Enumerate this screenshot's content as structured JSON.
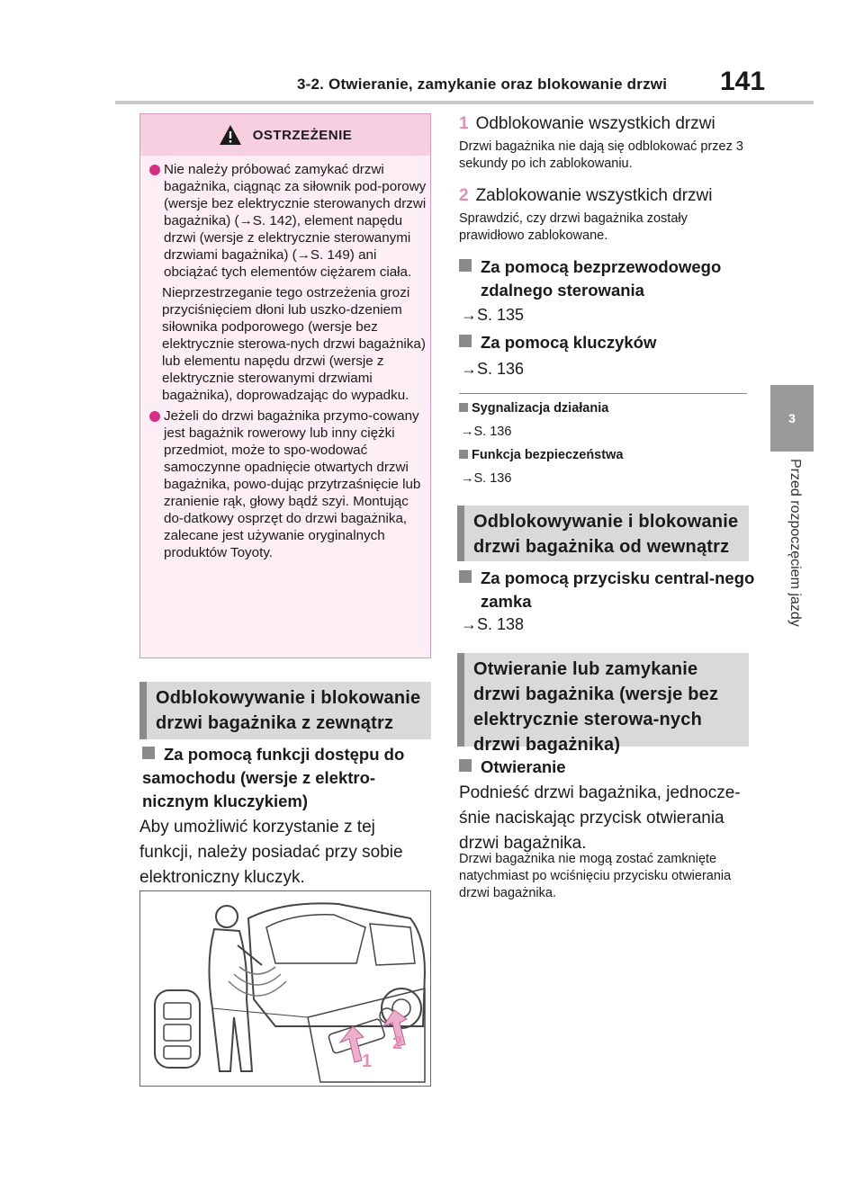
{
  "header": {
    "section_title": "3-2. Otwieranie, zamykanie oraz blokowanie drzwi",
    "page_number": "141"
  },
  "side_tab": {
    "chapter_number": "3",
    "chapter_title": "Przed rozpoczęciem jazdy"
  },
  "warning": {
    "title": "OSTRZEŻENIE",
    "item1": "Nie należy próbować zamykać drzwi bagażnika, ciągnąc za siłownik pod-porowy (wersje bez elektrycznie sterowanych drzwi bagażnika) (→S. 142), element napędu drzwi (wersje z elektrycznie sterowanymi drzwiami bagażnika) (→S. 149) ani obciążać tych elementów ciężarem ciała.",
    "item1_note": "Nieprzestrzeganie tego ostrzeżenia grozi przyciśnięciem dłoni lub uszko-dzeniem siłownika podporowego (wersje bez elektrycznie sterowa-nych drzwi bagażnika) lub elementu napędu drzwi (wersje z elektrycznie sterowanymi drzwiami bagażnika), doprowadzając do wypadku.",
    "item2": "Jeżeli do drzwi bagażnika przymo-cowany jest bagażnik rowerowy lub inny ciężki przedmiot, może to spo-wodować samoczynne opadnięcie otwartych drzwi bagażnika, powo-dując przytrzaśnięcie lub zranienie rąk, głowy bądź szyi. Montując do-datkowy osprzęt do drzwi bagażnika, zalecane jest używanie oryginalnych produktów Toyoty."
  },
  "left": {
    "section_heading": "Odblokowywanie i blokowanie drzwi bagażnika z zewnątrz",
    "subheading": "Za pomocą funkcji dostępu do samochodu (wersje z elektro-nicznym kluczykiem)",
    "body": "Aby umożliwić korzystanie z tej funkcji, należy posiadać przy sobie elektroniczny kluczyk."
  },
  "illustration": {
    "label1": "1",
    "label2": "2"
  },
  "right": {
    "step1_num": "1",
    "step1_title": "Odblokowanie wszystkich drzwi",
    "step1_body": "Drzwi bagażnika nie dają się odblokować przez 3 sekundy po ich zablokowaniu.",
    "step2_num": "2",
    "step2_title": "Zablokowanie wszystkich drzwi",
    "step2_body": "Sprawdzić, czy drzwi bagażnika zostały prawidłowo zablokowane.",
    "remote_heading": "Za pomocą bezprzewodowego zdalnego sterowania",
    "remote_ref": "→S. 135",
    "key_heading": "Za pomocą kluczyków",
    "key_ref": "→S. 136",
    "signal_heading": "Sygnalizacja działania",
    "signal_ref": "→S. 136",
    "safety_heading": "Funkcja bezpieczeństwa",
    "safety_ref": "→S. 136",
    "inside_section": "Odblokowywanie i blokowanie drzwi bagażnika od wewnątrz",
    "central_heading": "Za pomocą przycisku central-nego zamka",
    "central_ref": "→S. 138",
    "open_section": "Otwieranie lub zamykanie drzwi bagażnika (wersje bez elektrycznie sterowa-nych drzwi bagażnika)",
    "opening_heading": "Otwieranie",
    "opening_body": "Podnieść drzwi bagażnika, jednocze-śnie naciskając przycisk otwierania drzwi bagażnika.",
    "opening_note": "Drzwi bagażnika nie mogą zostać zamknięte natychmiast po wciśnięciu przycisku otwierania drzwi bagażnika."
  }
}
